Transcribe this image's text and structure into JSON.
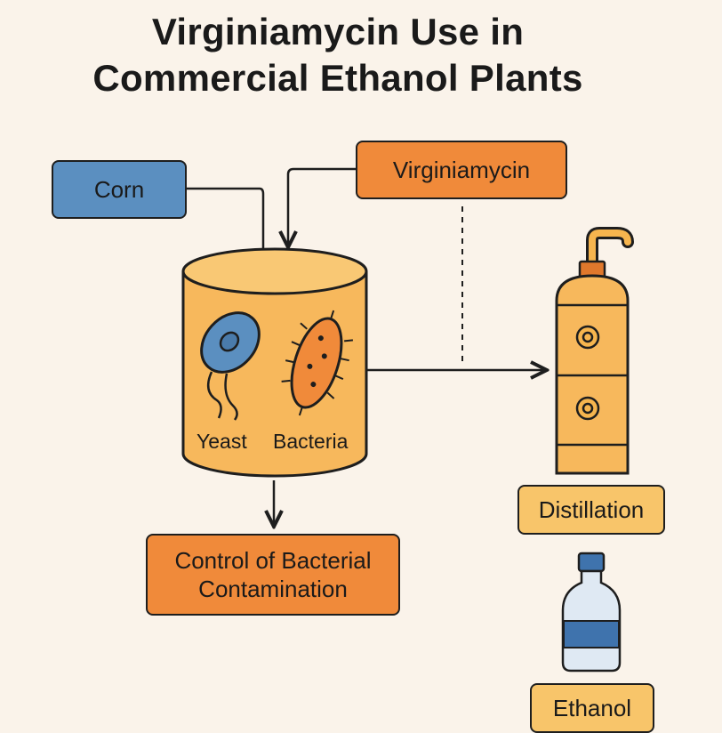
{
  "title": {
    "line1": "Virginiamycin Use in",
    "line2": "Commercial Ethanol Plants"
  },
  "nodes": {
    "corn": "Corn",
    "virginiamycin": "Virginiamycin",
    "yeast": "Yeast",
    "bacteria": "Bacteria",
    "control": {
      "line1": "Control of Bacterial",
      "line2": "Contamination"
    },
    "distillation": "Distillation",
    "ethanol": "Ethanol"
  },
  "colors": {
    "background": "#faf3ea",
    "blue_box": "#5b8fc0",
    "orange_box": "#f08a3a",
    "yellow_box": "#f8c56a",
    "tank": "#f7b85c",
    "outline": "#1e1e1e"
  },
  "icons": [
    "fermentation-tank-icon",
    "yeast-cell-icon",
    "bacterium-icon",
    "distillation-column-icon",
    "ethanol-bottle-icon"
  ]
}
